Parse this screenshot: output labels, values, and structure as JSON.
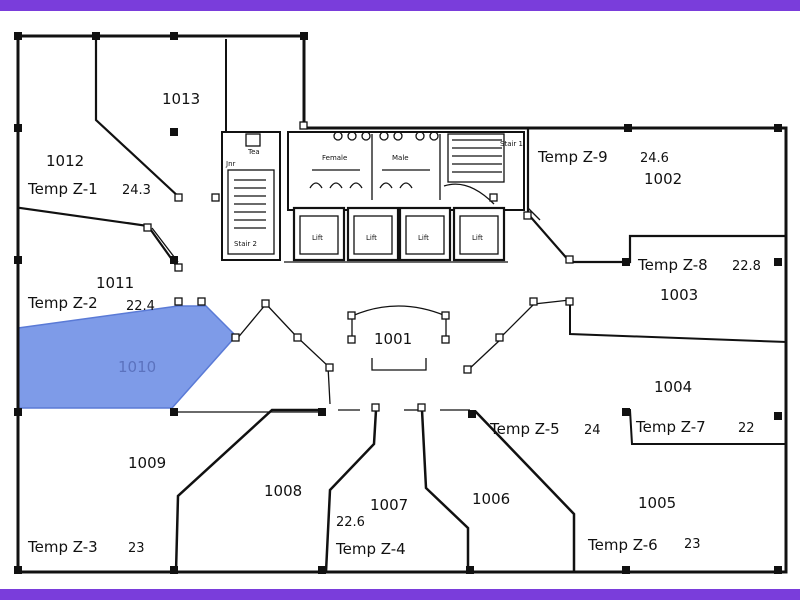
{
  "theme": {
    "frame_color": "#7a3ddb",
    "highlight_fill": "#7e9be8",
    "highlight_stroke": "#5a7ad6",
    "line_color": "#111111"
  },
  "rooms": {
    "r1001": "1001",
    "r1002": "1002",
    "r1003": "1003",
    "r1004": "1004",
    "r1005": "1005",
    "r1006": "1006",
    "r1007": "1007",
    "r1008": "1008",
    "r1009": "1009",
    "r1010": "1010",
    "r1011": "1011",
    "r1012": "1012",
    "r1013": "1013"
  },
  "zones": {
    "z1": {
      "label": "Temp Z-1",
      "value": "24.3"
    },
    "z2": {
      "label": "Temp Z-2",
      "value": "22.4"
    },
    "z3": {
      "label": "Temp Z-3",
      "value": "23"
    },
    "z4": {
      "label": "Temp Z-4",
      "value": "22.6"
    },
    "z5": {
      "label": "Temp Z-5",
      "value": "24"
    },
    "z6": {
      "label": "Temp Z-6",
      "value": "23"
    },
    "z7": {
      "label": "Temp Z-7",
      "value": "22"
    },
    "z8": {
      "label": "Temp Z-8",
      "value": "22.8"
    },
    "z9": {
      "label": "Temp Z-9",
      "value": "24.6"
    }
  },
  "core": {
    "female": "Female",
    "male": "Male",
    "stair_1": "Stair 1",
    "stair_2": "Stair 2",
    "elev": "Tea",
    "janitor": "Jnr",
    "lifts": [
      "Lift",
      "Lift",
      "Lift",
      "Lift"
    ]
  }
}
